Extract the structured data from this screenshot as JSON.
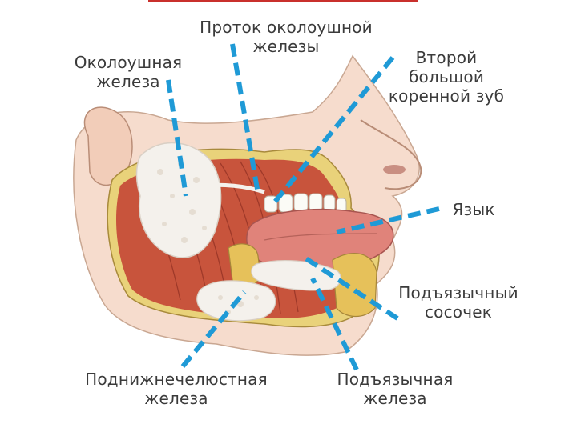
{
  "colors": {
    "leader_line": "#1f9ad6",
    "label_text": "#3b3b3b",
    "accent_bar": "#c9302c",
    "muscle": "#c8543c",
    "skin": "#f6dccd",
    "gland": "#f4f1ec",
    "bone": "#e6c15a",
    "tongue": "#e0837a"
  },
  "labels": {
    "parotid_gland": "Околоушная\nжелеза",
    "parotid_duct": "Проток околоушной\nжелезы",
    "second_molar": "Второй\nбольшой\nкоренной зуб",
    "tongue": "Язык",
    "sublingual_papilla": "Подъязычный\nсосочек",
    "submandibular_gland": "Поднижнечелюстная\nжелеза",
    "sublingual_gland": "Подъязычная\nжелеза"
  }
}
